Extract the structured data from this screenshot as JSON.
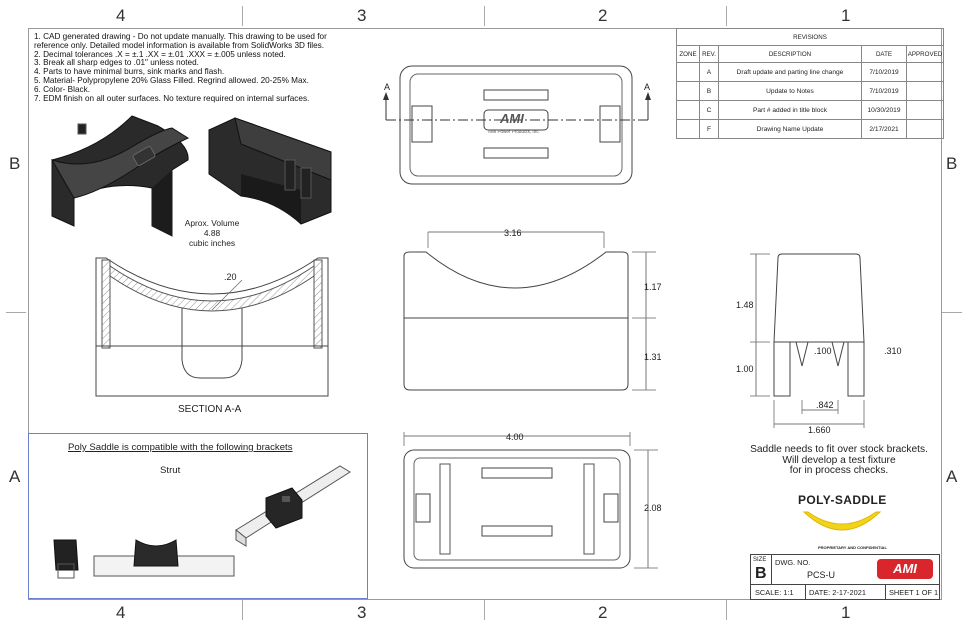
{
  "zones": {
    "top_cols": [
      "4",
      "3",
      "2",
      "1"
    ],
    "bottom_cols": [
      "4",
      "3",
      "2",
      "1"
    ],
    "left_rows": [
      "B",
      "A"
    ],
    "right_rows": [
      "B",
      "A"
    ]
  },
  "notes": [
    "1. CAD generated drawing - Do not update manually.  This drawing to be used for",
    "reference only.  Detailed model information is available from SolidWorks 3D files.",
    "2. Decimal tolerances   .X = ±.1     .XX = ±.01     .XXX = ±.005     unless noted.",
    "3. Break all sharp edges to .01\" unless noted.",
    "4. Parts to have minimal burrs, sink marks and flash.",
    "5. Material- Polypropylene 20% Glass Filled.  Regrind allowed. 20-25% Max.",
    "6. Color- Black.",
    "7. EDM finish on all outer surfaces.  No texture required on internal surfaces."
  ],
  "volume_note": [
    "Aprox. Volume 4.88",
    "cubic inches"
  ],
  "section_label": "SECTION A-A",
  "section_letters": {
    "left": "A",
    "right": "A"
  },
  "logo_text": "AMI",
  "logo_subtext": "AMI Power Products, Inc.",
  "dimensions": {
    "wall": ".20",
    "width_top": "3.16",
    "h_upper": "1.17",
    "h_lower": "1.31",
    "length": "4.00",
    "depth": "2.08",
    "side_h_upper": "1.48",
    "side_h_lower": "1.00",
    "slot_width": ".100",
    "slot_offset": ".310",
    "inner_gap": ".842",
    "overall": "1.660"
  },
  "revisions": {
    "title": "REVISIONS",
    "headers": [
      "ZONE",
      "REV.",
      "DESCRIPTION",
      "DATE",
      "APPROVED"
    ],
    "rows": [
      {
        "zone": "",
        "rev": "A",
        "description": "Draft update and parting line change",
        "date": "7/10/2019",
        "approved": ""
      },
      {
        "zone": "",
        "rev": "B",
        "description": "Update to Notes",
        "date": "7/10/2019",
        "approved": ""
      },
      {
        "zone": "",
        "rev": "C",
        "description": "Part # added in title block",
        "date": "10/30/2019",
        "approved": ""
      },
      {
        "zone": "",
        "rev": "F",
        "description": "Drawing Name Update",
        "date": "2/17/2021",
        "approved": ""
      }
    ]
  },
  "compat": {
    "title": "Poly Saddle is compatible with the following brackets",
    "subtitle": "Strut"
  },
  "saddle_note": [
    "Saddle needs to fit over stock brackets.",
    "Will develop a test fixture",
    "for in process checks."
  ],
  "brand": {
    "name": "POLY-SADDLE",
    "tagline": "PROPRIETARY AND CONFIDENTIAL",
    "accent": "#f2d31b",
    "logo_red": "#d9262c"
  },
  "title_block": {
    "size_label": "SIZE",
    "size": "B",
    "dwg_label": "DWG.  NO.",
    "dwg_no": "PCS-U",
    "logo": "AMI",
    "scale": "SCALE: 1:1",
    "date": "DATE: 2-17-2021",
    "sheet": "SHEET 1 OF 1"
  }
}
